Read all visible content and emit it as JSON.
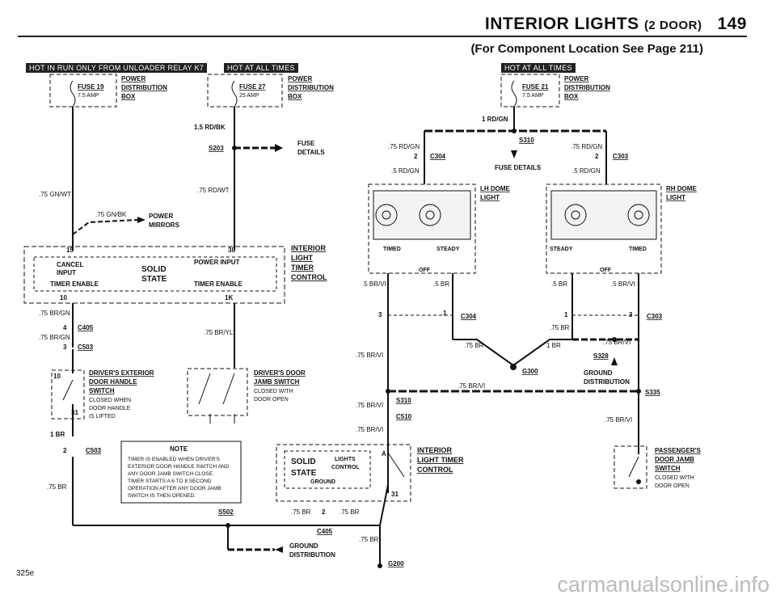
{
  "header": {
    "title_main": "INTERIOR LIGHTS",
    "title_small": "(2 DOOR)",
    "page_number": "149",
    "subtitle": "(For Component Location See Page 211)"
  },
  "badges": {
    "left": "HOT IN RUN ONLY FROM UNLOADER RELAY K7",
    "mid": "HOT AT ALL TIMES",
    "right": "HOT AT ALL TIMES"
  },
  "fuses": {
    "f19": {
      "name": "FUSE 19",
      "amp": "7.5 AMP",
      "box": [
        "POWER",
        "DISTRIBUTION",
        "BOX"
      ]
    },
    "f27": {
      "name": "FUSE 27",
      "amp": "25 AMP",
      "box": [
        "POWER",
        "DISTRIBUTION",
        "BOX"
      ]
    },
    "f21": {
      "name": "FUSE 21",
      "amp": "7.5 AMP",
      "box": [
        "POWER",
        "DISTRIBUTION",
        "BOX"
      ]
    }
  },
  "wires": {
    "w1": "1.5 RD/BK",
    "w2": ".75 GN/WT",
    "w3": ".75 RD/WT",
    "w4": ".75 GN/BK",
    "w5": ".75 BR/GN",
    "w6": ".75 BR/GN",
    "w7": ".75 BR/YL",
    "w8": "1 BR",
    "w9": ".75 BR",
    "w10": "1 RD/GN",
    "w11": ".75 RD/GN",
    "w12": ".75 RD/GN",
    "w13": ".5 RD/GN",
    "w14": ".5 RD/GN",
    "w15": ".5 BR/VI",
    "w16": ".5 BR",
    "w17": ".5 BR",
    "w18": ".5 BR/VI",
    "w19": ".75 BR",
    "w20": ".75 BR",
    "w21": "1 BR",
    "w22": ".75 BR/VI",
    "w23": ".75 BR/VI",
    "w24": ".75 BR/VI",
    "w25": ".75 BR/VI",
    "w26": ".75 BR/VI",
    "w27": ".75 BR/VI",
    "w28": ".75 BR",
    "w29": ".75 BR",
    "w30": ".75 BR"
  },
  "connectors": {
    "s203": "S203",
    "fuse_details_left": [
      "FUSE",
      "DETAILS"
    ],
    "power_mirrors": [
      "POWER",
      "MIRRORS"
    ],
    "c405a": "C405",
    "c503a": "C503",
    "c503b": "C503",
    "c304a": "C304",
    "c303a": "C303",
    "c304b": "C304",
    "c303b": "C303",
    "s310a": "S310",
    "s310b": "S310",
    "fuse_details_right": "FUSE DETAILS",
    "s328": "S328",
    "g300": "G300",
    "s335": "S335",
    "c510": "C510",
    "s502": "S502",
    "c405b": "C405",
    "g200": "G200",
    "pin2a": "2",
    "pin2b": "2",
    "pin2c": "2",
    "pin3a": "3",
    "pin3b": "3",
    "pin1a": "1",
    "pin1b": "1",
    "pin4": "4",
    "pin3c": "3",
    "pin2d": "2"
  },
  "control": {
    "title": [
      "INTERIOR",
      "LIGHT",
      "TIMER",
      "CONTROL"
    ],
    "p15": "15",
    "p30": "30",
    "cancel": [
      "CANCEL",
      "INPUT"
    ],
    "solid": [
      "SOLID",
      "STATE"
    ],
    "power_input": "POWER INPUT",
    "timer_enable_l": "TIMER ENABLE",
    "timer_enable_r": "TIMER ENABLE",
    "p10": "10",
    "p1k": "1K"
  },
  "lights": {
    "lh": [
      "LH DOME",
      "LIGHT"
    ],
    "rh": [
      "RH DOME",
      "LIGHT"
    ],
    "timed": "TIMED",
    "steady": "STEADY",
    "off": "OFF",
    "timed2": "TIMED",
    "steady2": "STEADY",
    "off2": "OFF"
  },
  "switches": {
    "ext": {
      "title": [
        "DRIVER'S EXTERIOR",
        "DOOR HANDLE",
        "SWITCH"
      ],
      "desc": [
        "CLOSED WHEN",
        "DOOR HANDLE",
        "IS LIFTED"
      ],
      "p10": "10",
      "p31": "31"
    },
    "jamb": {
      "title": [
        "DRIVER'S DOOR",
        "JAMB SWITCH"
      ],
      "desc": [
        "CLOSED WITH",
        "DOOR OPEN"
      ]
    },
    "pass": {
      "title": [
        "PASSENGER'S",
        "DOOR JAMB",
        "SWITCH"
      ],
      "desc": [
        "CLOSED WITH",
        "DOOR OPEN"
      ]
    }
  },
  "timer2": {
    "title": [
      "INTERIOR",
      "LIGHT TIMER",
      "CONTROL"
    ],
    "solid": [
      "SOLID",
      "STATE"
    ],
    "lights": "LIGHTS",
    "control": "CONTROL",
    "ground": "GROUND",
    "pa": "A",
    "p31": "31"
  },
  "note": {
    "title": "NOTE",
    "lines": [
      "TIMER IS ENABLED WHEN DRIVER'S",
      "EXTERIOR DOOR HANDLE SWITCH AND",
      "ANY DOOR JAMB SWITCH CLOSE.",
      "TIMER STARTS A 6 TO 8 SECOND",
      "OPERATION AFTER ANY DOOR JAMB",
      "SWITCH IS THEN OPENED."
    ]
  },
  "ground_dist": {
    "left": [
      "GROUND",
      "DISTRIBUTION"
    ],
    "right": [
      "GROUND",
      "DISTRIBUTION"
    ]
  },
  "footer": {
    "code": "325e",
    "watermark": "carmanualsonline.info"
  }
}
